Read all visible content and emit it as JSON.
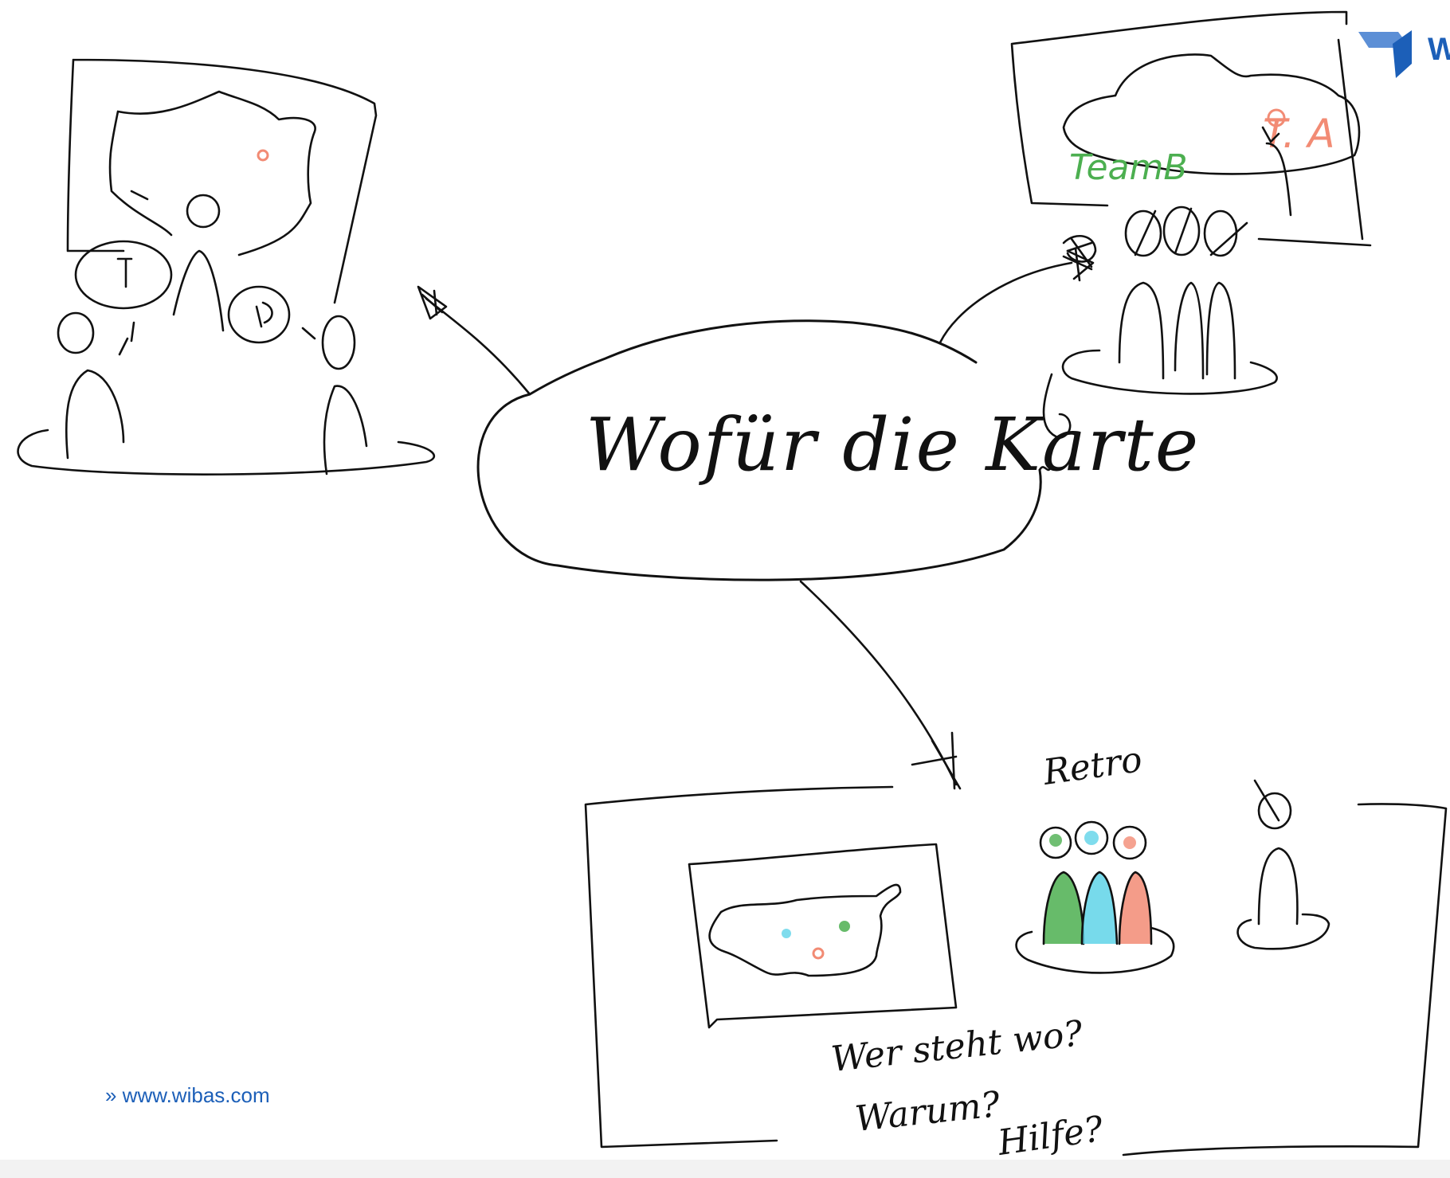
{
  "center_label": "Wofür die Karte",
  "top_right_scene": {
    "team_b_label": "TeamB",
    "team_a_label": "T. A"
  },
  "bottom_scene": {
    "retro_label": "Retro",
    "question_line1": "Wer steht wo?",
    "question_line2": "Warum?",
    "question_line3": "Hilfe?"
  },
  "footer": {
    "link_text": "» www.wibas.com"
  },
  "logo": {
    "text": "W"
  },
  "colors": {
    "ink": "#111111",
    "team_green": "#4caf50",
    "team_red": "#f28b74",
    "team_cyan": "#5fd3e8",
    "brand_blue": "#1c5fb8"
  },
  "icons": [
    "wibas-logo-icon"
  ]
}
